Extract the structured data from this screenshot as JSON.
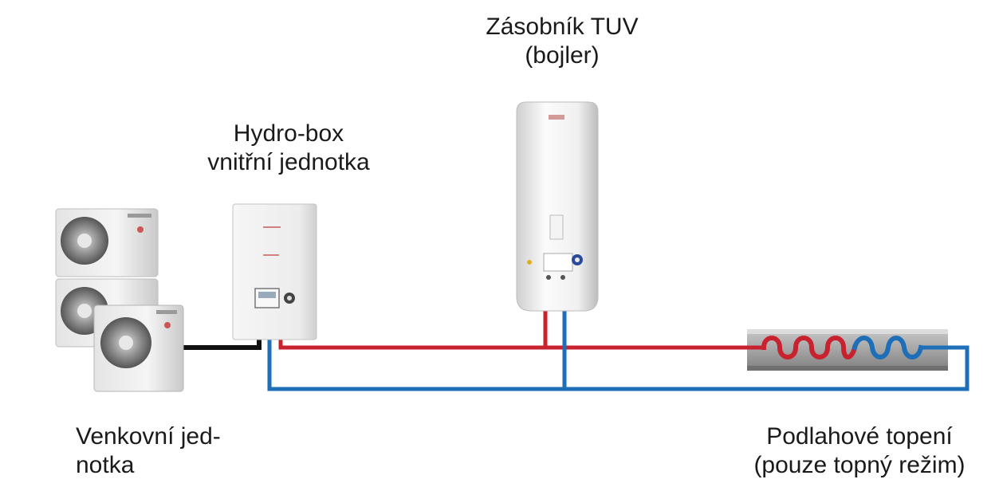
{
  "labels": {
    "tank_line1": "Zásobník TUV",
    "tank_line2": "(bojler)",
    "hydrobox_line1": "Hydro-box",
    "hydrobox_line2": "vnitřní jednotka",
    "outdoor_line1": "Venkovní jed-",
    "outdoor_line2": "notka",
    "floor_line1": "Podlahové topení",
    "floor_line2": "(pouze topný režim)"
  },
  "colors": {
    "hot_pipe": "#c8222e",
    "cold_pipe": "#1e6fb8",
    "refrigerant_line": "#111111",
    "unit_body": "#eeeeee",
    "floor_panel": "#9a9a9a"
  },
  "icons": {
    "outdoor_unit": "outdoor-unit-icon",
    "hydro_box": "hydro-box-icon",
    "hot_water_tank": "water-tank-icon",
    "floor_heating": "floor-heating-coil-icon"
  }
}
